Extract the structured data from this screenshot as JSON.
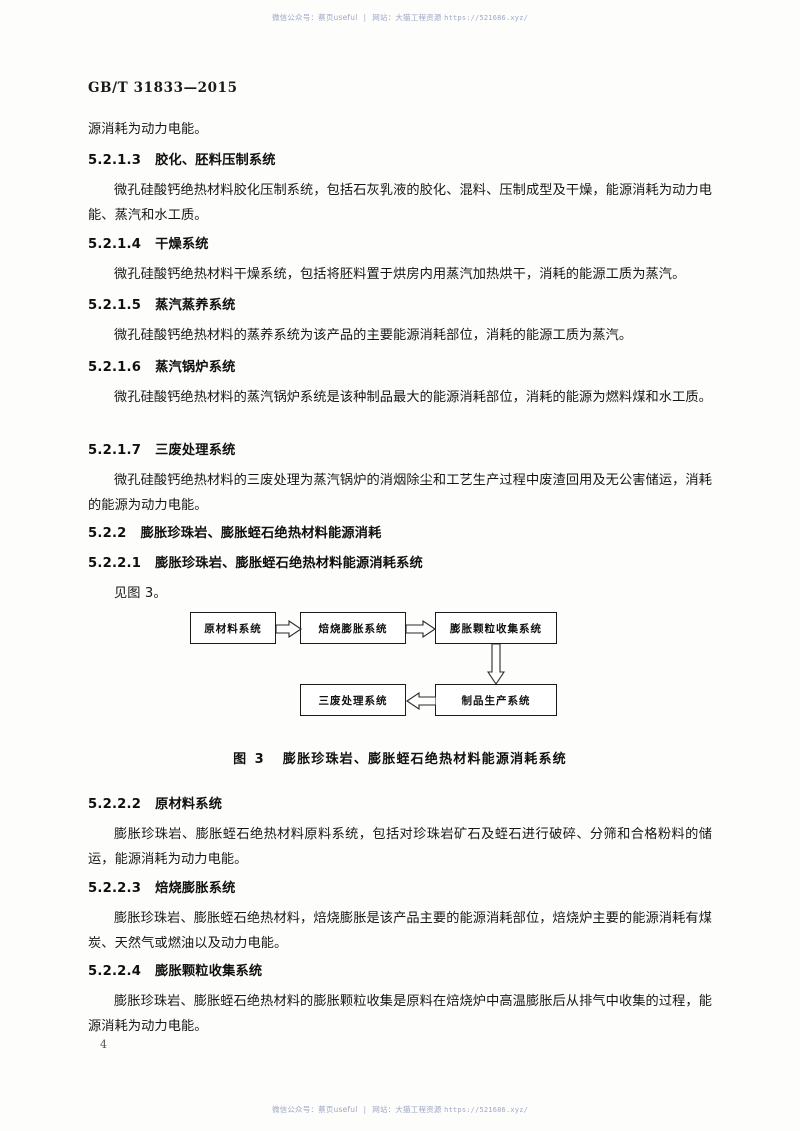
{
  "watermark": {
    "prefix": "微信公众号：",
    "account": "蔡页useful",
    "separator": "|",
    "site_label": "网站：",
    "site_name": "大猫工程资源",
    "url": "https://521686.xyz/"
  },
  "document": {
    "standard_number": "GB/T 31833—2015",
    "page_number": "4"
  },
  "blocks": {
    "carry_over": "源消耗为动力电能。",
    "s5213_num": "5.2.1.3",
    "s5213_title": "胶化、胚料压制系统",
    "s5213_body": "微孔硅酸钙绝热材料胶化压制系统，包括石灰乳液的胶化、混料、压制成型及干燥，能源消耗为动力电能、蒸汽和水工质。",
    "s5214_num": "5.2.1.4",
    "s5214_title": "干燥系统",
    "s5214_body": "微孔硅酸钙绝热材料干燥系统，包括将胚料置于烘房内用蒸汽加热烘干，消耗的能源工质为蒸汽。",
    "s5215_num": "5.2.1.5",
    "s5215_title": "蒸汽蒸养系统",
    "s5215_body": "微孔硅酸钙绝热材料的蒸养系统为该产品的主要能源消耗部位，消耗的能源工质为蒸汽。",
    "s5216_num": "5.2.1.6",
    "s5216_title": "蒸汽锅炉系统",
    "s5216_body": "微孔硅酸钙绝热材料的蒸汽锅炉系统是该种制品最大的能源消耗部位，消耗的能源为燃料煤和水工质。",
    "s5217_num": "5.2.1.7",
    "s5217_title": "三废处理系统",
    "s5217_body": "微孔硅酸钙绝热材料的三废处理为蒸汽锅炉的消烟除尘和工艺生产过程中废渣回用及无公害储运，消耗的能源为动力电能。",
    "s522_num": "5.2.2",
    "s522_title": "膨胀珍珠岩、膨胀蛭石绝热材料能源消耗",
    "s5221_num": "5.2.2.1",
    "s5221_title": "膨胀珍珠岩、膨胀蛭石绝热材料能源消耗系统",
    "s5221_body": "见图 3。",
    "s5222_num": "5.2.2.2",
    "s5222_title": "原材料系统",
    "s5222_body": "膨胀珍珠岩、膨胀蛭石绝热材料原料系统，包括对珍珠岩矿石及蛭石进行破碎、分筛和合格粉料的储运，能源消耗为动力电能。",
    "s5223_num": "5.2.2.3",
    "s5223_title": "焙烧膨胀系统",
    "s5223_body": "膨胀珍珠岩、膨胀蛭石绝热材料，焙烧膨胀是该产品主要的能源消耗部位，焙烧炉主要的能源消耗有煤炭、天然气或燃油以及动力电能。",
    "s5224_num": "5.2.2.4",
    "s5224_title": "膨胀颗粒收集系统",
    "s5224_body": "膨胀珍珠岩、膨胀蛭石绝热材料的膨胀颗粒收集是原料在焙烧炉中高温膨胀后从排气中收集的过程，能源消耗为动力电能。"
  },
  "figure": {
    "caption_label": "图 3",
    "caption_text": "膨胀珍珠岩、膨胀蛭石绝热材料能源消耗系统",
    "nodes": [
      {
        "id": "raw-material",
        "label": "原材料系统"
      },
      {
        "id": "roasting-expansion",
        "label": "焙烧膨胀系统"
      },
      {
        "id": "particle-collection",
        "label": "膨胀颗粒收集系统"
      },
      {
        "id": "waste-treatment",
        "label": "三废处理系统"
      },
      {
        "id": "product-production",
        "label": "制品生产系统"
      }
    ],
    "edges": [
      {
        "from": "raw-material",
        "to": "roasting-expansion",
        "direction": "right"
      },
      {
        "from": "roasting-expansion",
        "to": "particle-collection",
        "direction": "right"
      },
      {
        "from": "particle-collection",
        "to": "product-production",
        "direction": "down"
      },
      {
        "from": "product-production",
        "to": "waste-treatment",
        "direction": "left"
      }
    ]
  }
}
